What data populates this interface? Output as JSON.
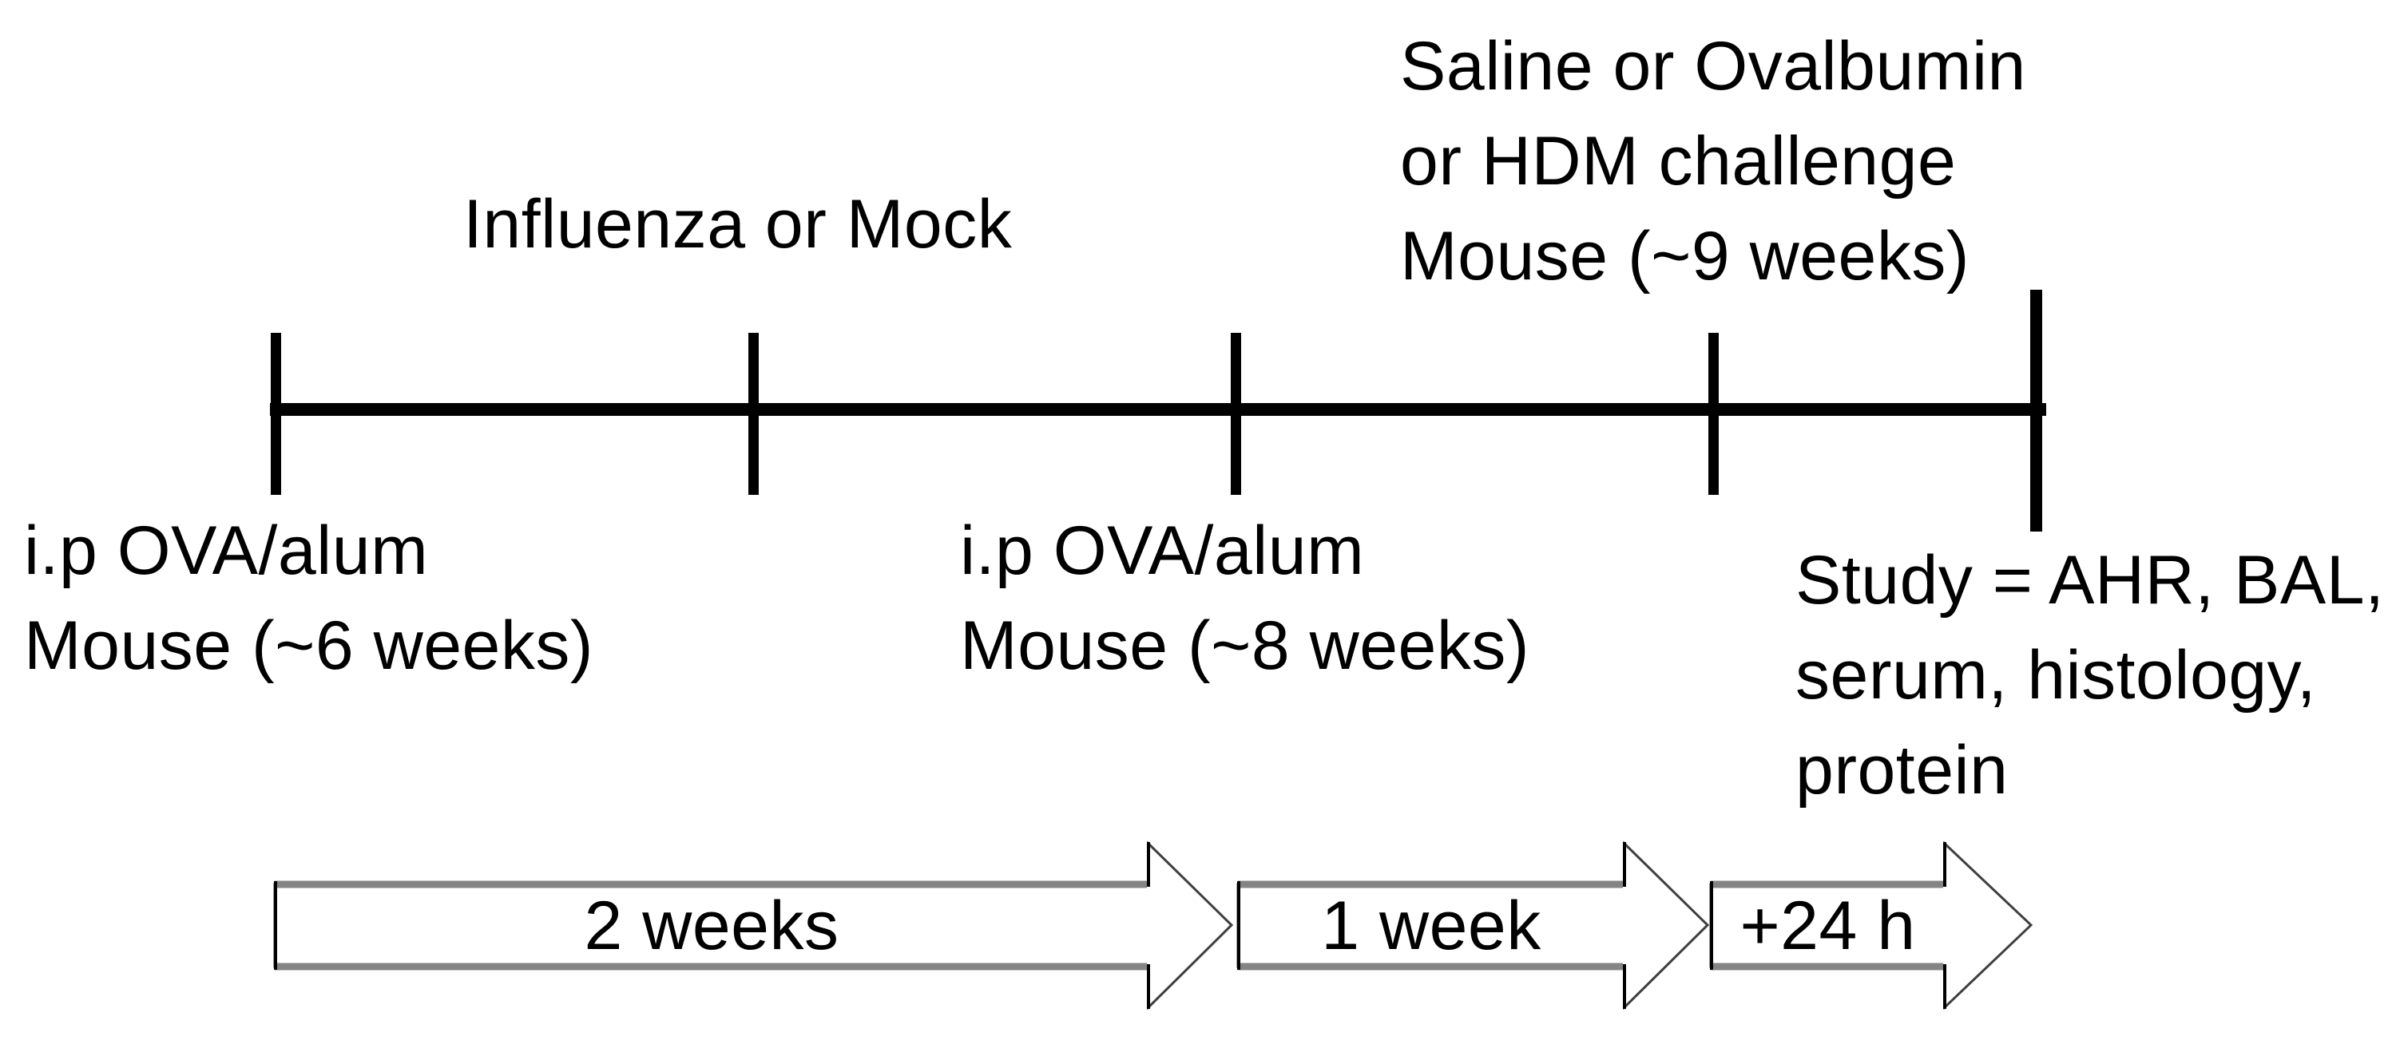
{
  "timeline_figure": {
    "above_labels": [
      {
        "id": "infection",
        "lines": [
          "Influenza or Mock"
        ]
      },
      {
        "id": "challenge",
        "lines": [
          "Saline or Ovalbumin",
          "or HDM challenge",
          "Mouse (~9 weeks)"
        ]
      }
    ],
    "below_labels": [
      {
        "id": "sensitization-1",
        "lines": [
          "i.p OVA/alum",
          "Mouse (~6 weeks)"
        ]
      },
      {
        "id": "sensitization-2",
        "lines": [
          "i.p OVA/alum",
          "Mouse (~8 weeks)"
        ]
      },
      {
        "id": "study-endpoints",
        "lines": [
          "Study = AHR, BAL,",
          "serum, histology,",
          "protein"
        ]
      }
    ],
    "duration_arrows": [
      {
        "id": "interval-sensitization-to-infection",
        "label": "2 weeks"
      },
      {
        "id": "interval-boost-to-challenge",
        "label": "1 week"
      },
      {
        "id": "interval-challenge-to-study",
        "label": "+24 h"
      }
    ],
    "timeline": {
      "tick_count": 5
    },
    "colors": {
      "text": "#000000",
      "timeline": "#000000",
      "arrow_fill": "#ffffff",
      "arrow_outline": "#3f3f3f",
      "arrow_body_edge": "#848484",
      "bg": "#ffffff"
    }
  }
}
